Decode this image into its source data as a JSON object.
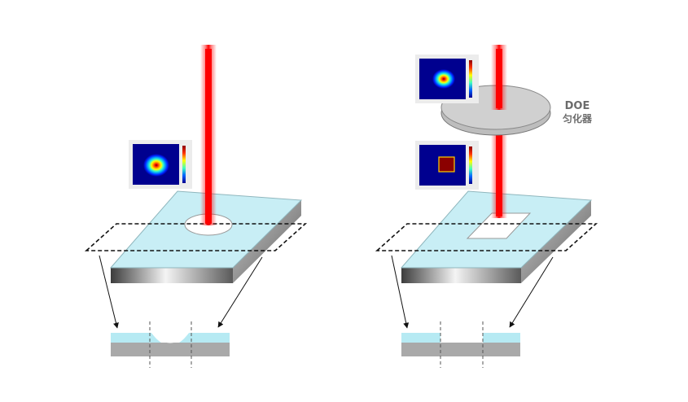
{
  "panels": [
    {
      "id": "left",
      "beam_profile": "gaussian",
      "spot_shape": "ellipse",
      "cross_section": "curved-groove"
    },
    {
      "id": "right",
      "beam_profile_input": "gaussian",
      "beam_profile_output": "flat-top-square",
      "spot_shape": "rectangle",
      "cross_section": "flat-bottom-trench",
      "doe": {
        "label_line1": "DOE",
        "label_line2": "匀化器"
      }
    }
  ],
  "colors": {
    "laser": "#ff0000",
    "film_top": "#c8eef5",
    "film_cross": "#b6eaf3",
    "substrate_cross": "#a9a9a9",
    "doe_disk": "#cdcdcd",
    "dashed_outline": "#111111",
    "heatmap_bg": "#00008f"
  },
  "icons": [
    "laser-beam",
    "beam-profile-heatmap",
    "doe-homogenizer",
    "arrow-icon"
  ]
}
